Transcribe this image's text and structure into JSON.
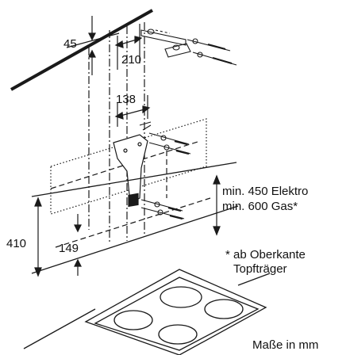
{
  "dimensions": {
    "ceiling_gap": "45",
    "bracket_spacing": "210",
    "mount_width": "138",
    "height_range": "410",
    "offset": "149"
  },
  "notes": {
    "min_electric": "min. 450 Elektro",
    "min_gas": "min. 600 Gas*",
    "footnote_line1": "* ab Oberkante",
    "footnote_line2": "Topfträger",
    "units": "Maße in mm"
  },
  "colors": {
    "line": "#1a1a1a",
    "background": "#ffffff"
  }
}
